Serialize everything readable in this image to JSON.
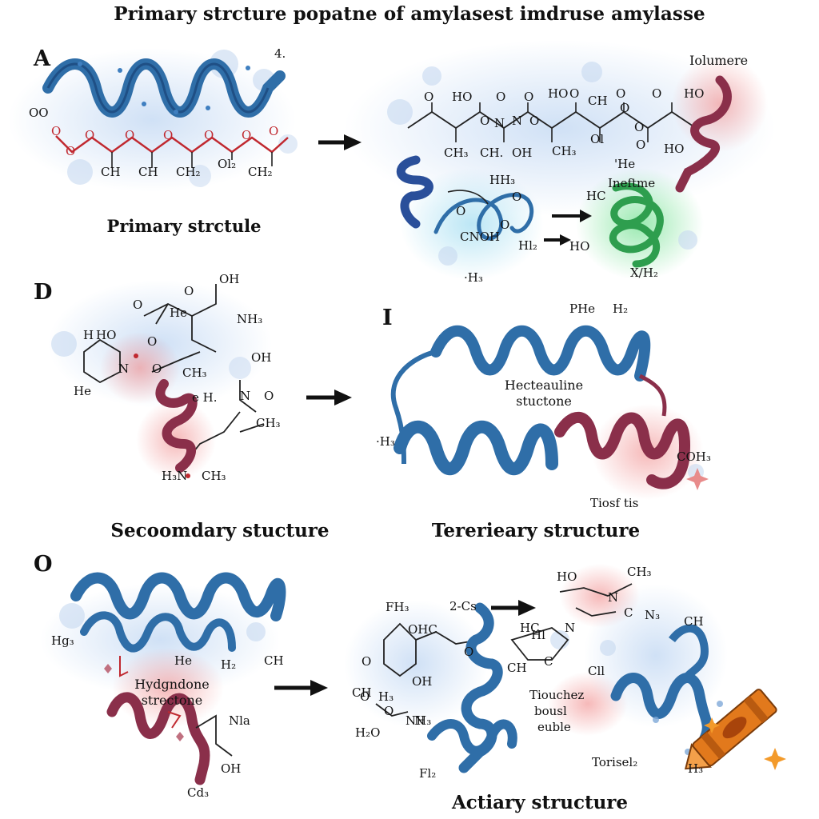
{
  "title": "Primary strcture popatne of amylasest imdruse amylasse",
  "panels": {
    "a": {
      "letter": "A",
      "caption": "Primary strctule",
      "corner_label": "4.",
      "labels": [
        "CH",
        "CH",
        "CH₂",
        "Ol₂",
        "CH₂",
        "OO",
        "O",
        "O",
        "O",
        "O",
        "O",
        "O",
        "O",
        "O"
      ]
    },
    "b": {
      "top_label": "Iolumere",
      "labels": [
        "HO",
        "O",
        "O",
        "HO",
        "O",
        "CH",
        "O",
        "HO",
        "O",
        "O",
        "O",
        "N",
        "O",
        "N",
        "O",
        "O",
        "O",
        "CH₃",
        "CH.",
        "OH",
        "CH₃",
        "Ol",
        "HO",
        "'He",
        "O",
        "HH₃",
        "CNOH",
        "O",
        "O",
        "Hl₂",
        "·H₃",
        "HC",
        "Ineftme",
        "HO",
        "X/H₂"
      ]
    },
    "d": {
      "letter": "D",
      "caption": "Secoomdary stucture",
      "labels": [
        "OH",
        "O",
        "O",
        "He",
        "NH₃",
        "HO",
        "O",
        "CH₃",
        "He",
        "H",
        "N",
        "O",
        "OH",
        "N",
        "O",
        "e H.",
        "CH₃",
        "H₃N",
        "CH₃"
      ]
    },
    "i": {
      "letter": "I",
      "caption": "Tererieary structure",
      "center_label_1": "Hecteauline",
      "center_label_2": "stuctone",
      "labels": [
        "PHe",
        "H₂",
        "·H₃",
        "COH₃",
        "Tiosf tis"
      ]
    },
    "o": {
      "letter": "O",
      "caption": "Actiary structure",
      "center_label_1": "Hydgndone",
      "center_label_2": "strectone",
      "labels": [
        "Hg₃",
        "He",
        "H₂",
        "CH",
        "Nla",
        "OH",
        "Cd₃",
        "FH₃",
        "2-Cs",
        "HO",
        "N",
        "C",
        "CH₃",
        "HC",
        "N",
        "C",
        "N₃",
        "CH",
        "O",
        "OHC",
        "CH",
        "O",
        "OH",
        "O",
        "N",
        "CH",
        "H₃",
        "O",
        "Hl",
        "Cll",
        "H₂O",
        "NH₃",
        "Tiouchez",
        "bousl",
        "euble",
        "Torisel₂",
        "H₃",
        "Fl₂"
      ]
    }
  },
  "colors": {
    "helix_blue": "#2f6ea8",
    "helix_dark_blue": "#1f4f85",
    "helix_red": "#8a2f4a",
    "helix_green": "#2e9e4e",
    "bond_red": "#c0282f",
    "arrow": "#111111",
    "crayon": "#e2791c"
  }
}
